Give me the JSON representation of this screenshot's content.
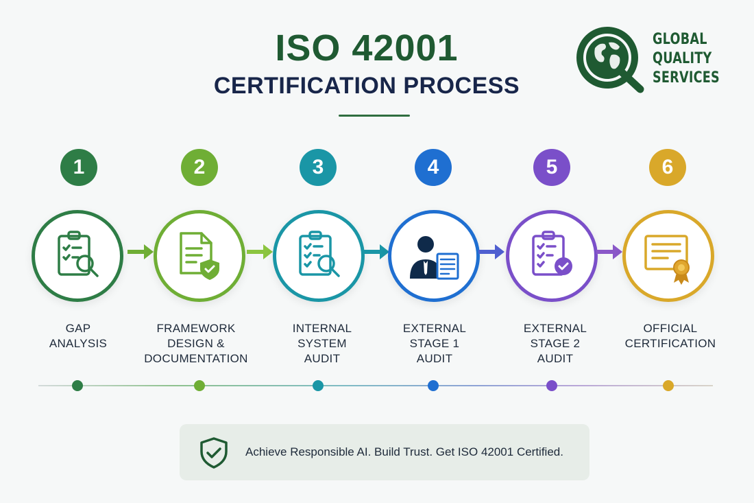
{
  "header": {
    "title": "ISO 42001",
    "subtitle": "CERTIFICATION PROCESS"
  },
  "logo": {
    "lines": [
      "GLOBAL",
      "QUALITY",
      "SERVICES"
    ],
    "color": "#1f5a32",
    "icon": "globe-q-icon"
  },
  "steps": [
    {
      "number": "1",
      "label_lines": [
        "GAP",
        "ANALYSIS"
      ],
      "color": "#2e7d46",
      "icon": "clipboard-search-icon"
    },
    {
      "number": "2",
      "label_lines": [
        "FRAMEWORK",
        "DESIGN &",
        "DOCUMENTATION"
      ],
      "color": "#6fae35",
      "icon": "document-shield-icon"
    },
    {
      "number": "3",
      "label_lines": [
        "INTERNAL",
        "SYSTEM",
        "AUDIT"
      ],
      "color": "#1a96a6",
      "icon": "clipboard-search-icon"
    },
    {
      "number": "4",
      "label_lines": [
        "EXTERNAL",
        "STAGE 1",
        "AUDIT"
      ],
      "color": "#1f6fd1",
      "icon": "auditor-document-icon"
    },
    {
      "number": "5",
      "label_lines": [
        "EXTERNAL",
        "STAGE 2",
        "AUDIT"
      ],
      "color": "#7a4fc9",
      "icon": "clipboard-check-icon"
    },
    {
      "number": "6",
      "label_lines": [
        "OFFICIAL",
        "CERTIFICATION"
      ],
      "color": "#d9a82a",
      "icon": "certificate-ribbon-icon"
    }
  ],
  "banner": {
    "text": "Achieve Responsible AI. Build Trust. Get ISO 42001 Certified.",
    "icon": "shield-check-icon",
    "icon_color": "#1f5a32"
  }
}
